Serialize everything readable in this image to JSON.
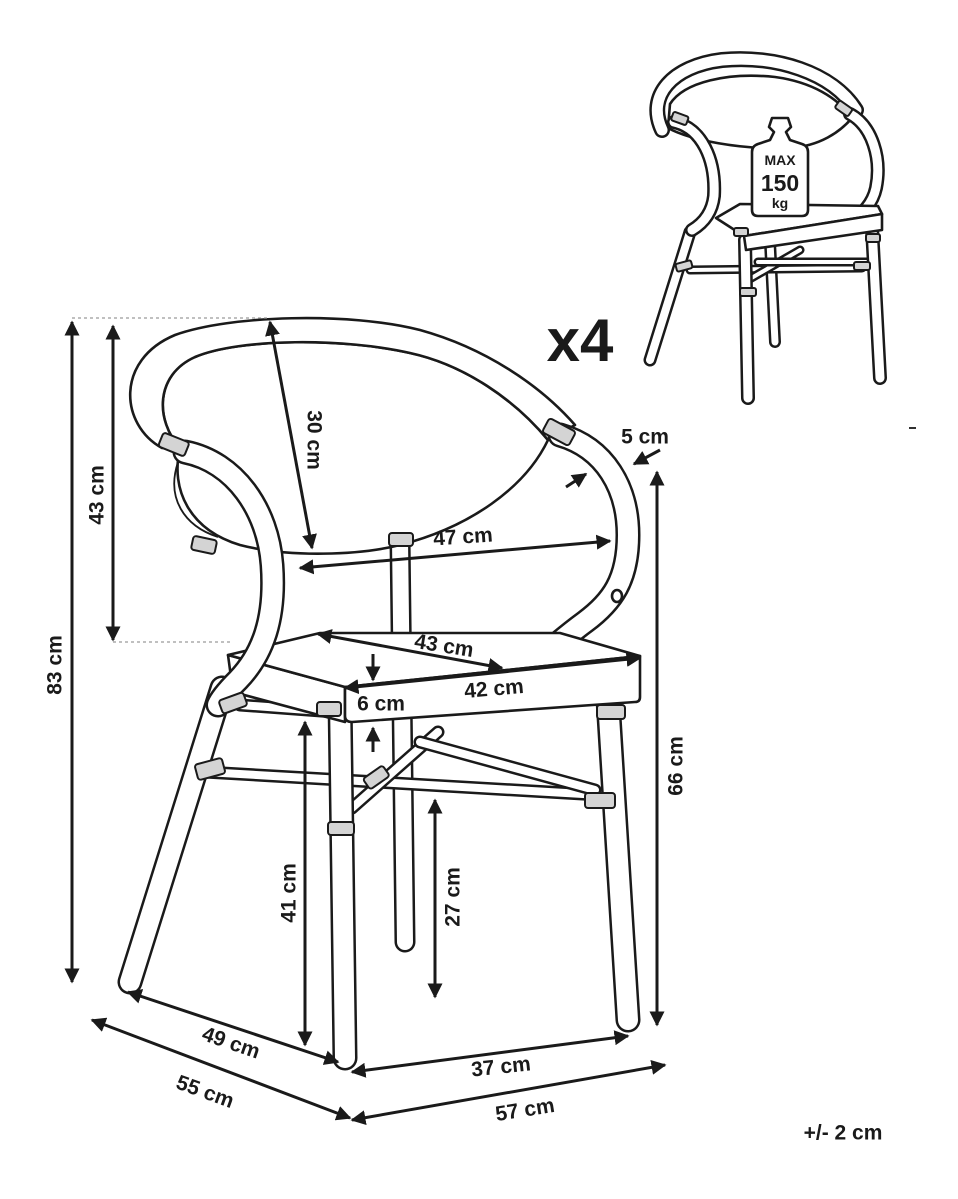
{
  "multiplier": "x4",
  "tolerance": "+/- 2 cm",
  "max_load": {
    "label": "MAX",
    "value": "150",
    "unit": "kg"
  },
  "dimensions": {
    "total_height": "83 cm",
    "backrest_height": "43 cm",
    "backrest_depth": "30 cm",
    "armrest_thickness": "5 cm",
    "inner_width": "47 cm",
    "seat_depth": "43 cm",
    "seat_width": "42 cm",
    "seat_thickness": "6 cm",
    "armrest_height": "66 cm",
    "seat_height": "41 cm",
    "stretcher_height": "27 cm",
    "inner_depth": "49 cm",
    "total_depth": "55 cm",
    "inner_width_legs": "37 cm",
    "total_width": "57 cm"
  }
}
